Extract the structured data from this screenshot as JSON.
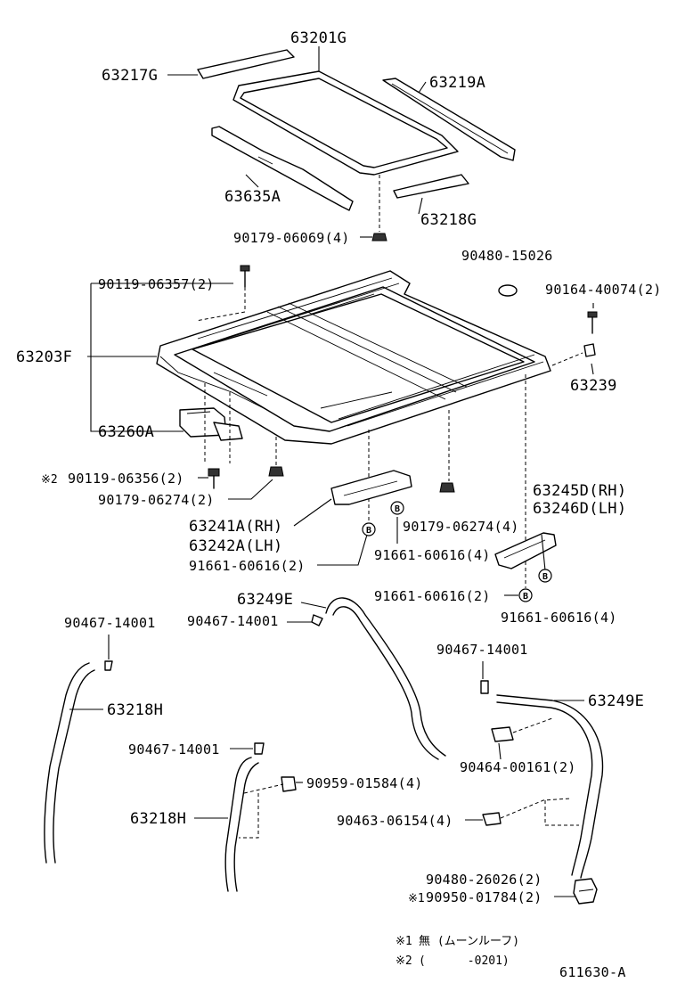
{
  "labels": {
    "p63201G": "63201G",
    "p63217G": "63217G",
    "p63219A": "63219A",
    "p63635A": "63635A",
    "p63218G": "63218G",
    "p90179_06069": "90179-06069(4)",
    "p90480_15026": "90480-15026",
    "p90119_06357": "90119-06357(2)",
    "p90164_40074": "90164-40074(2)",
    "p63203F": "63203F",
    "p63239": "63239",
    "p63260A": "63260A",
    "p90119_06356_mark": "※2",
    "p90119_06356": "90119-06356(2)",
    "p90179_06274_a": "90179-06274(2)",
    "p63245D": "63245D(RH)",
    "p63246D": "63246D(LH)",
    "p90179_06274_b": "90179-06274(4)",
    "p63241A": "63241A(RH)",
    "p63242A": "63242A(LH)",
    "p91661_a": "91661-60616(2)",
    "p91661_b": "91661-60616(4)",
    "p91661_c": "91661-60616(2)",
    "p91661_d": "91661-60616(4)",
    "p63249E_a": "63249E",
    "p90467_a": "90467-14001",
    "p90467_b": "90467-14001",
    "p90467_c": "90467-14001",
    "p90467_d": "90467-14001",
    "p63218H_a": "63218H",
    "p63218H_b": "63218H",
    "p63249E_b": "63249E",
    "p90464": "90464-00161(2)",
    "p90959": "90959-01584(4)",
    "p90463": "90463-06154(4)",
    "p90480_26026": "90480-26026(2)",
    "p90950_mark": "※1",
    "p90950": "90950-01784(2)",
    "circle_letter": "B"
  },
  "notes": {
    "n1_mark": "※1",
    "n1_text": "無 (ムーンルーフ)",
    "n2_mark": "※2",
    "n2_text": "(      -0201)"
  },
  "diagram_id": "611630-A"
}
